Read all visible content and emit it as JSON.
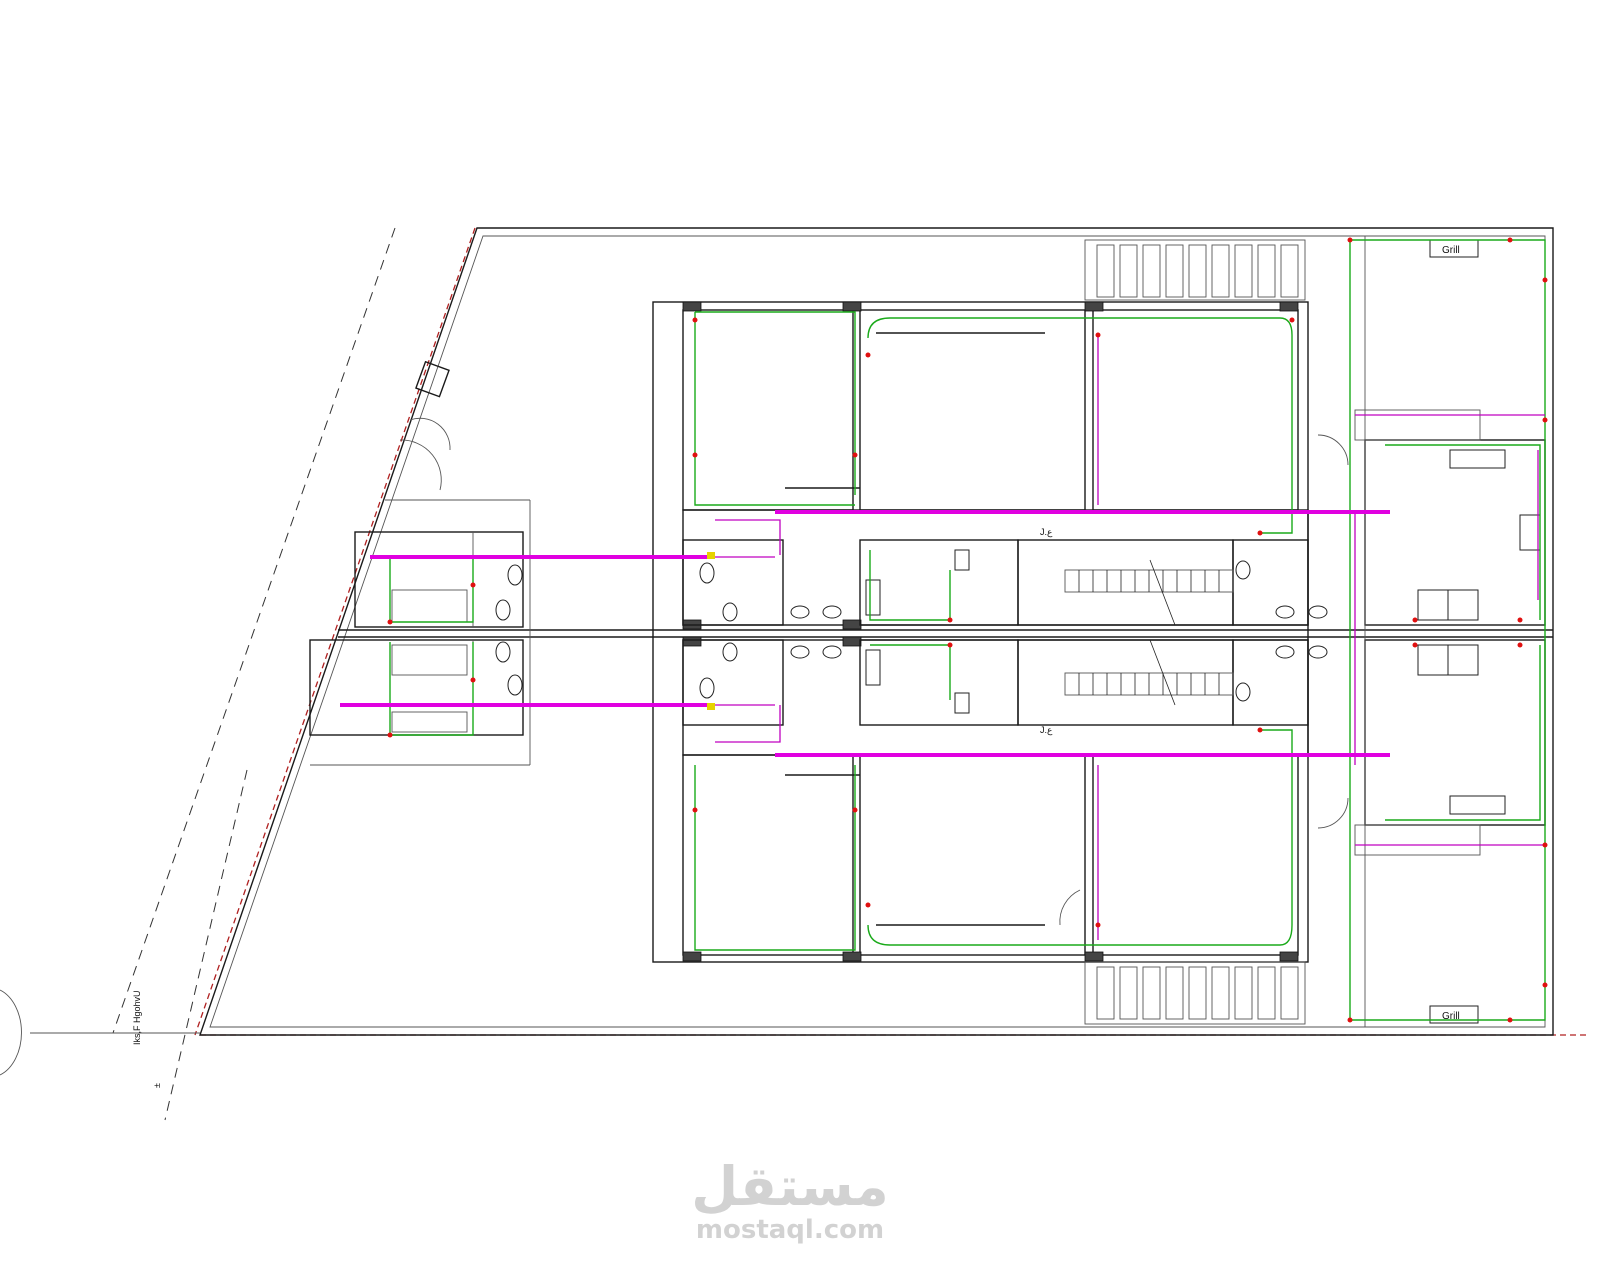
{
  "labels": {
    "grill_top": "Grill",
    "grill_bottom": "Grill",
    "boundary_note": "Iks,F HgohvU",
    "north_note": "±",
    "stair_mark_top": "J.ع",
    "stair_mark_bottom": "J.ع"
  },
  "watermark": {
    "arabic": "مستقل",
    "url": "mostaql.com"
  }
}
